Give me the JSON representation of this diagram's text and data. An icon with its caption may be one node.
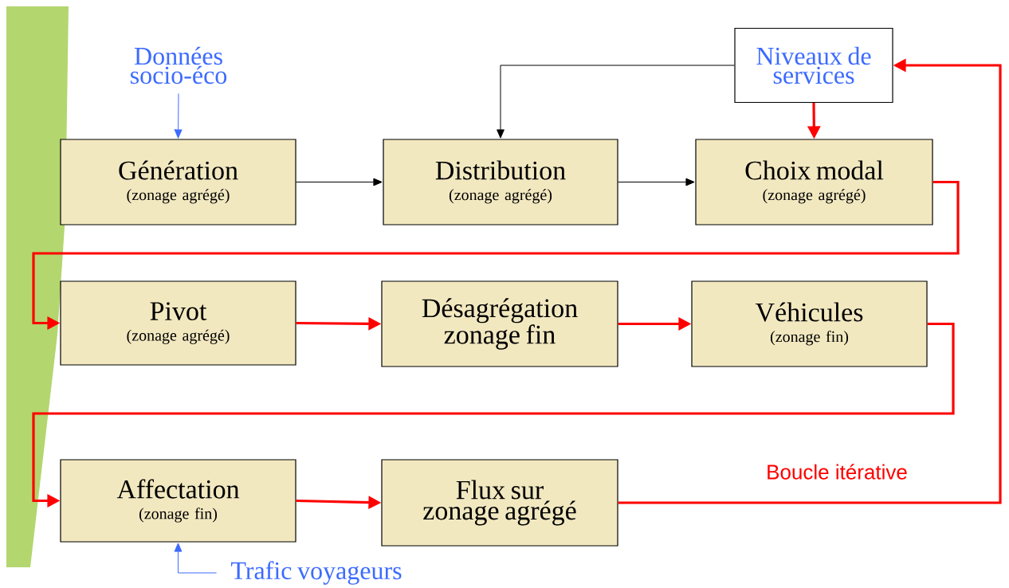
{
  "diagram": {
    "nodes": [
      {
        "text": [
          "Données socio-éco"
        ]
      },
      {
        "text": [
          "Niveaux de services"
        ]
      },
      {
        "text": [
          "Génération",
          "(zonage agrégé)"
        ]
      },
      {
        "text": [
          "Distribution",
          "(zonage agrégé)"
        ]
      },
      {
        "text": [
          "Choix modal",
          "(zonage agrégé)"
        ]
      },
      {
        "text": [
          "Pivot",
          "(zonage agrégé)"
        ]
      },
      {
        "text": [
          "Désagrégation zonage fin"
        ]
      },
      {
        "text": [
          "Véhicules",
          "(zonage fin)"
        ]
      },
      {
        "text": [
          "Affectation",
          "(zonage fin)"
        ]
      },
      {
        "text": [
          "Flux sur zonage agrégé"
        ]
      },
      {
        "text": [
          "Trafic voyageurs"
        ]
      }
    ],
    "edges": [
      {
        "from": 0,
        "to": 2,
        "arrow": "to",
        "color": "#3d6bff"
      },
      {
        "from": 1,
        "to": 3,
        "arrow": "to",
        "color": "#000000"
      },
      {
        "from": 2,
        "to": 3,
        "arrow": "to",
        "color": "#000000"
      },
      {
        "from": 3,
        "to": 4,
        "arrow": "to",
        "color": "#000000"
      },
      {
        "from": 1,
        "to": 4,
        "arrow": "to"
      },
      {
        "from": 4,
        "to": 5,
        "arrow": "to"
      },
      {
        "from": 5,
        "to": 6,
        "arrow": "to"
      },
      {
        "from": 6,
        "to": 7,
        "arrow": "to"
      },
      {
        "from": 7,
        "to": 8,
        "arrow": "to"
      },
      {
        "from": 8,
        "to": 9,
        "arrow": "to"
      },
      {
        "from": 9,
        "to": 1,
        "arrow": "to",
        "label": "Boucle itérative"
      },
      {
        "from": 10,
        "to": 8,
        "arrow": "to",
        "color": "#3d6bff"
      }
    ]
  }
}
